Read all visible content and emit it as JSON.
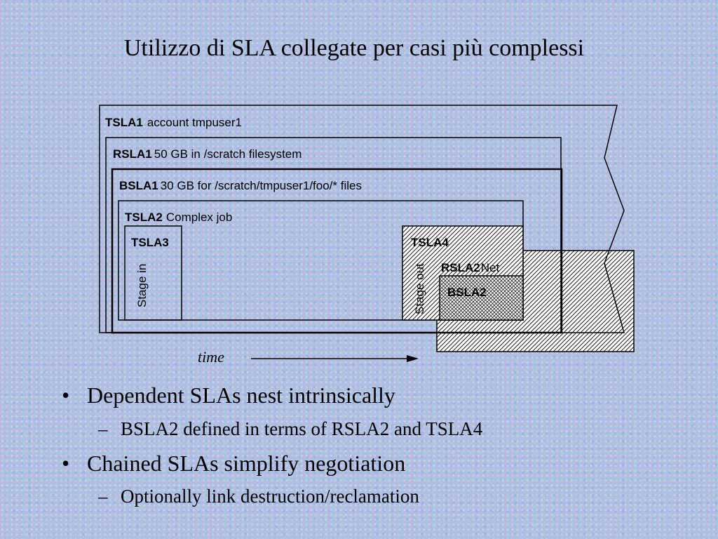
{
  "title": "Utilizzo di SLA collegate per casi più complessi",
  "diagram": {
    "tsla1": {
      "name": "TSLA1",
      "desc": "account tmpuser1"
    },
    "rsla1": {
      "name": "RSLA1",
      "desc": "50 GB in /scratch filesystem"
    },
    "bsla1": {
      "name": "BSLA1",
      "desc": "30 GB for /scratch/tmpuser1/foo/* files"
    },
    "tsla2": {
      "name": "TSLA2",
      "desc": "Complex job"
    },
    "tsla3": {
      "name": "TSLA3",
      "side": "Stage in"
    },
    "tsla4": {
      "name": "TSLA4",
      "side": "Stage out"
    },
    "rsla2": {
      "name": "RSLA2",
      "desc": "Net"
    },
    "bsla2": {
      "name": "BSLA2"
    },
    "time_label": "time"
  },
  "bullets": [
    {
      "text": "Dependent SLAs nest intrinsically",
      "sub": "BSLA2 defined in terms of RSLA2 and TSLA4"
    },
    {
      "text": "Chained SLAs simplify negotiation",
      "sub": "Optionally link destruction/reclamation"
    }
  ],
  "markers": {
    "bullet": "•",
    "dash": "–"
  }
}
